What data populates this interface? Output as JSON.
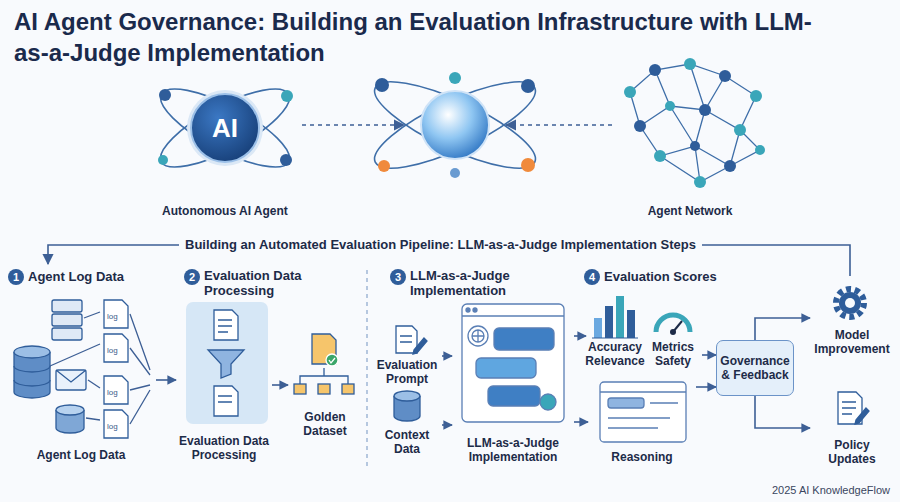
{
  "diagram": {
    "title": "AI Agent Governance: Building an Evaluation Infrastructure with LLM-as-a-Judge Implementation",
    "nodes": [
      {
        "text": [
          "AI",
          "Autonomous AI Agent"
        ]
      },
      {
        "text": [
          "Agent Network"
        ]
      },
      {
        "text": [
          "Agent Log Data"
        ]
      },
      {
        "text": [
          "Evaluation Data Processing"
        ]
      },
      {
        "text": [
          "Golden Dataset"
        ]
      },
      {
        "text": [
          "Evaluation Prompt"
        ]
      },
      {
        "text": [
          "Context Data"
        ]
      },
      {
        "text": [
          "LLM-as-a-Judge Implementation"
        ]
      },
      {
        "text": [
          "Accuracy Relevance"
        ]
      },
      {
        "text": [
          "Metrics Safety"
        ]
      },
      {
        "text": [
          "Reasoning"
        ]
      },
      {
        "text": [
          "Governance & Feedback"
        ]
      },
      {
        "text": [
          "Model Improvement"
        ]
      },
      {
        "text": [
          "Policy Updates"
        ]
      }
    ],
    "edges": [
      {
        "from": 2,
        "to": 3,
        "arrow": "to"
      },
      {
        "from": 3,
        "to": 4,
        "arrow": "to"
      },
      {
        "from": 5,
        "to": 7,
        "arrow": "to"
      },
      {
        "from": 6,
        "to": 7,
        "arrow": "to"
      },
      {
        "from": 7,
        "to": 8,
        "arrow": "to"
      },
      {
        "from": 7,
        "to": 10,
        "arrow": "to"
      },
      {
        "from": 9,
        "to": 11,
        "arrow": "to"
      },
      {
        "from": 10,
        "to": 11,
        "arrow": "to"
      },
      {
        "from": 11,
        "to": 12,
        "arrow": "to"
      },
      {
        "from": 11,
        "to": 13,
        "arrow": "to"
      }
    ],
    "labels": [
      "1",
      "Agent Log Data",
      "2",
      "Evaluation Data Processing",
      "3",
      "LLM-as-a-Judge Implementation",
      "4",
      "Evaluation Scores",
      "Building an Automated Evaluation Pipeline: LLM-as-a-Judge Implementation Steps",
      "log",
      "log",
      "log",
      "log",
      "2025 AI KnowledgeFlow"
    ]
  }
}
